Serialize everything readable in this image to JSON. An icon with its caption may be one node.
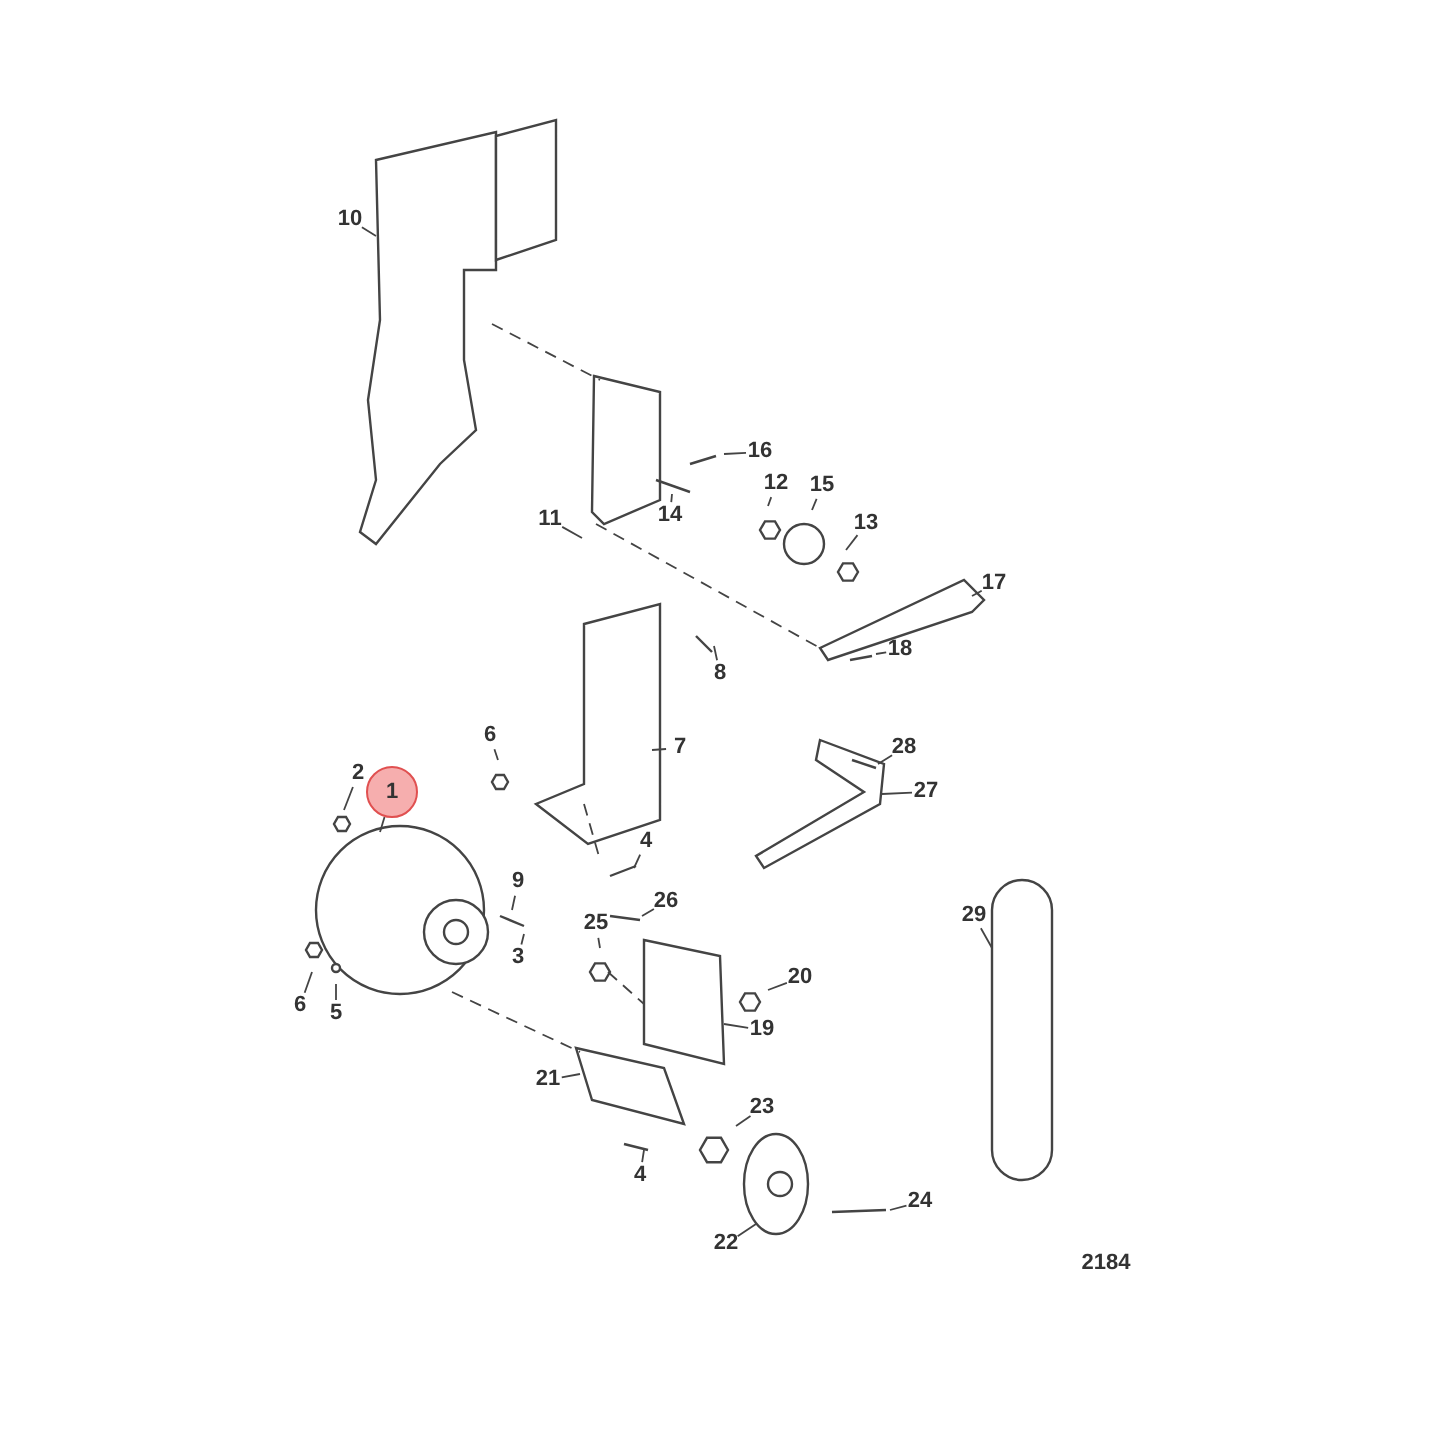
{
  "diagram": {
    "nodes": [
      {
        "text": [
          "10"
        ]
      },
      {
        "text": [
          "16"
        ]
      },
      {
        "text": [
          "12"
        ]
      },
      {
        "text": [
          "15"
        ]
      },
      {
        "text": [
          "14"
        ]
      },
      {
        "text": [
          "13"
        ]
      },
      {
        "text": [
          "11"
        ]
      },
      {
        "text": [
          "17"
        ]
      },
      {
        "text": [
          "18"
        ]
      },
      {
        "text": [
          "8"
        ]
      },
      {
        "text": [
          "6"
        ]
      },
      {
        "text": [
          "7"
        ]
      },
      {
        "text": [
          "28"
        ]
      },
      {
        "text": [
          "27"
        ]
      },
      {
        "text": [
          "2"
        ]
      },
      {
        "text": [
          "1"
        ]
      },
      {
        "text": [
          "4"
        ]
      },
      {
        "text": [
          "9"
        ]
      },
      {
        "text": [
          "26"
        ]
      },
      {
        "text": [
          "29"
        ]
      },
      {
        "text": [
          "25"
        ]
      },
      {
        "text": [
          "3"
        ]
      },
      {
        "text": [
          "20"
        ]
      },
      {
        "text": [
          "6"
        ]
      },
      {
        "text": [
          "5"
        ]
      },
      {
        "text": [
          "19"
        ]
      },
      {
        "text": [
          "21"
        ]
      },
      {
        "text": [
          "23"
        ]
      },
      {
        "text": [
          "4"
        ]
      },
      {
        "text": [
          "24"
        ]
      },
      {
        "text": [
          "22"
        ]
      }
    ],
    "edges": [
      {
        "from": 0,
        "to": null,
        "arrow": "none"
      },
      {
        "from": 1,
        "to": null,
        "arrow": "none"
      },
      {
        "from": 2,
        "to": null,
        "arrow": "none"
      },
      {
        "from": 3,
        "to": null,
        "arrow": "none"
      },
      {
        "from": 4,
        "to": null,
        "arrow": "none"
      },
      {
        "from": 5,
        "to": null,
        "arrow": "none"
      },
      {
        "from": 6,
        "to": null,
        "arrow": "none"
      },
      {
        "from": 7,
        "to": null,
        "arrow": "none"
      },
      {
        "from": 8,
        "to": null,
        "arrow": "none"
      },
      {
        "from": 9,
        "to": null,
        "arrow": "none"
      },
      {
        "from": 10,
        "to": null,
        "arrow": "none"
      },
      {
        "from": 11,
        "to": null,
        "arrow": "none"
      },
      {
        "from": 12,
        "to": null,
        "arrow": "none"
      },
      {
        "from": 13,
        "to": null,
        "arrow": "none"
      },
      {
        "from": 14,
        "to": null,
        "arrow": "none"
      },
      {
        "from": 15,
        "to": null,
        "arrow": "none"
      },
      {
        "from": 16,
        "to": null,
        "arrow": "none"
      },
      {
        "from": 17,
        "to": null,
        "arrow": "none"
      },
      {
        "from": 18,
        "to": null,
        "arrow": "none"
      },
      {
        "from": 19,
        "to": null,
        "arrow": "none"
      },
      {
        "from": 20,
        "to": null,
        "arrow": "none"
      },
      {
        "from": 21,
        "to": null,
        "arrow": "none"
      },
      {
        "from": 22,
        "to": null,
        "arrow": "none"
      },
      {
        "from": 23,
        "to": null,
        "arrow": "none"
      },
      {
        "from": 24,
        "to": null,
        "arrow": "none"
      },
      {
        "from": 25,
        "to": null,
        "arrow": "none"
      },
      {
        "from": 26,
        "to": null,
        "arrow": "none"
      },
      {
        "from": 27,
        "to": null,
        "arrow": "none"
      },
      {
        "from": 28,
        "to": null,
        "arrow": "none"
      },
      {
        "from": 29,
        "to": null,
        "arrow": "none"
      },
      {
        "from": 30,
        "to": null,
        "arrow": "none"
      }
    ],
    "labels": [
      "2184"
    ]
  }
}
